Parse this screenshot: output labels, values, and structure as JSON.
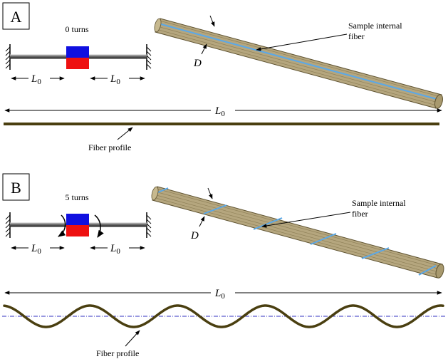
{
  "panels": [
    {
      "letter": "A",
      "turns_label": "0 turns",
      "sample_label_line1": "Sample internal",
      "sample_label_line2": "fiber",
      "diameter_label": "D",
      "length_symbol": "L",
      "length_subscript": "0",
      "profile_label": "Fiber profile"
    },
    {
      "letter": "B",
      "turns_label": "5 turns",
      "sample_label_line1": "Sample internal",
      "sample_label_line2": "fiber",
      "diameter_label": "D",
      "length_symbol": "L",
      "length_subscript": "0",
      "profile_label": "Fiber profile"
    }
  ],
  "colors": {
    "rod_dark": "#3a3a3a",
    "block_top": "#1010e0",
    "block_bottom": "#ee1010",
    "cylinder_body": "#b5a67e",
    "fiber_blue": "#5aa8e8",
    "profile_fiber": "#4a3f10",
    "axis_dashdot": "#3030c0"
  }
}
